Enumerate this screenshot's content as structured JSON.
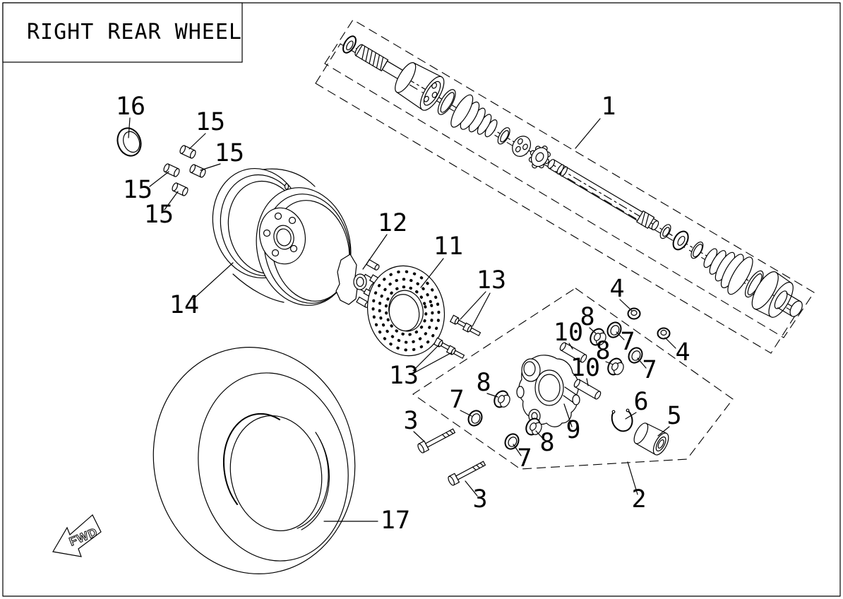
{
  "title_box": {
    "title": "RIGHT REAR WHEEL"
  },
  "fwd_marker": {
    "label": "FWD"
  },
  "callouts": {
    "1": "1",
    "2": "2",
    "3": "3",
    "4": "4",
    "5": "5",
    "6": "6",
    "7": "7",
    "8": "8",
    "9": "9",
    "10": "10",
    "11": "11",
    "12": "12",
    "13": "13",
    "14": "14",
    "15": "15",
    "16": "16",
    "17": "17"
  }
}
